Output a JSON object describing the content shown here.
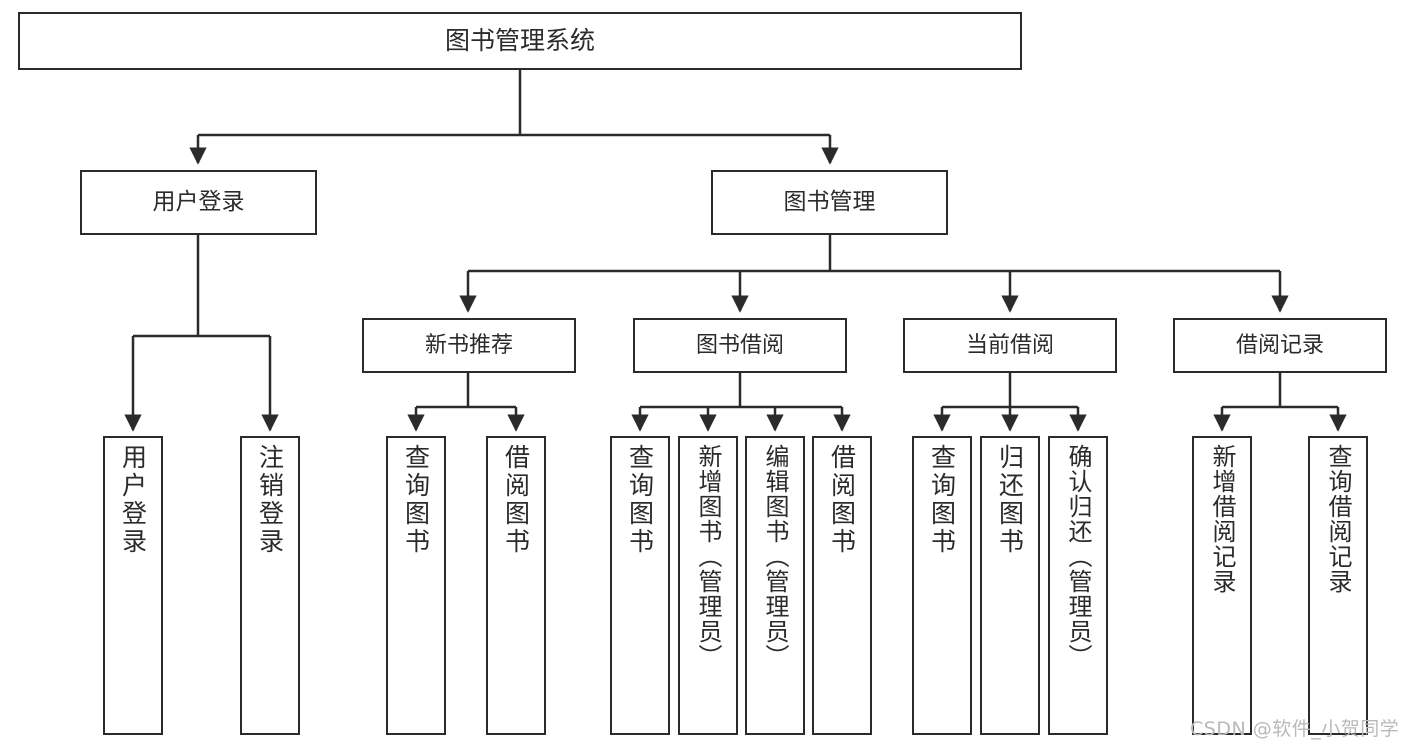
{
  "diagram": {
    "title": "图书管理系统",
    "type": "hierarchy-tree",
    "theme": {
      "background": "#ffffff",
      "stroke": "#2b2b2b",
      "text": "#2b2b2b",
      "watermark": "#b9b9b9"
    }
  },
  "root": {
    "label": "图书管理系统"
  },
  "level1": [
    {
      "label": "用户登录"
    },
    {
      "label": "图书管理"
    }
  ],
  "level2": [
    {
      "label": "新书推荐"
    },
    {
      "label": "图书借阅"
    },
    {
      "label": "当前借阅"
    },
    {
      "label": "借阅记录"
    }
  ],
  "leaves": {
    "user_login": [
      {
        "label": "用户登录"
      },
      {
        "label": "注销登录"
      }
    ],
    "new_book_recommend": [
      {
        "label": "查询图书"
      },
      {
        "label": "借阅图书"
      }
    ],
    "book_borrow": [
      {
        "label": "查询图书"
      },
      {
        "label": "新增图书（管理员）"
      },
      {
        "label": "编辑图书（管理员）"
      },
      {
        "label": "借阅图书"
      }
    ],
    "current_borrow": [
      {
        "label": "查询图书"
      },
      {
        "label": "归还图书"
      },
      {
        "label": "确认归还（管理员）"
      }
    ],
    "borrow_record": [
      {
        "label": "新增借阅记录"
      },
      {
        "label": "查询借阅记录"
      }
    ]
  },
  "watermark": {
    "text": "CSDN @软件_小贺同学"
  }
}
